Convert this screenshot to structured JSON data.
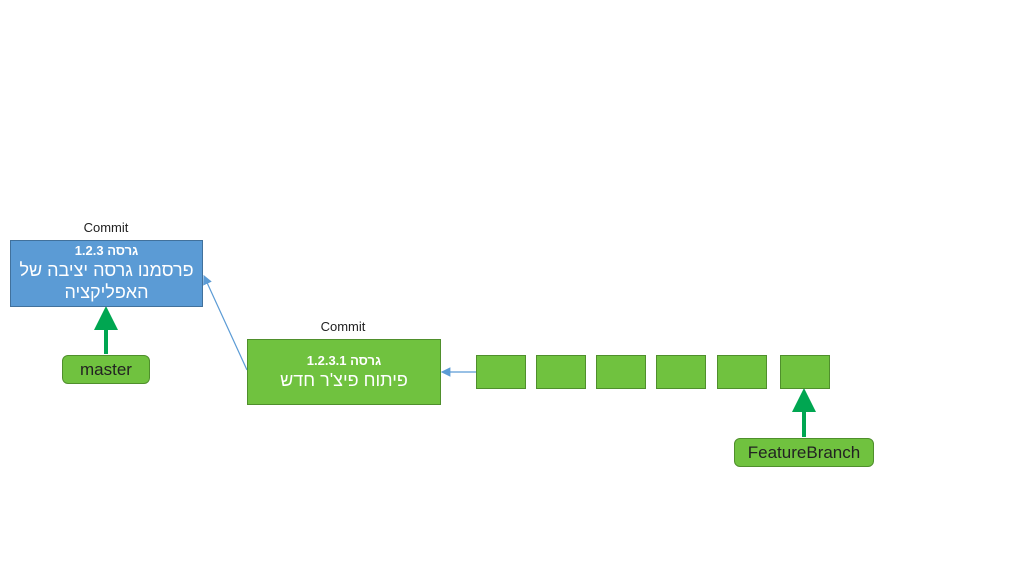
{
  "commit_1": {
    "label": "Commit",
    "title": "גרסה 1.2.3",
    "body_line1": "פרסמנו גרסה יציבה של",
    "body_line2": "האפליקציה"
  },
  "commit_2": {
    "label": "Commit",
    "title": "גרסה 1.2.3.1",
    "body": "פיתוח פיצ'ר חדש"
  },
  "branches": {
    "master": "master",
    "feature": "FeatureBranch"
  },
  "colors": {
    "blue_box": "#5b9bd5",
    "green_box": "#70c23f",
    "pointer_arrow": "#00a651",
    "connector": "#5b9bd5"
  }
}
